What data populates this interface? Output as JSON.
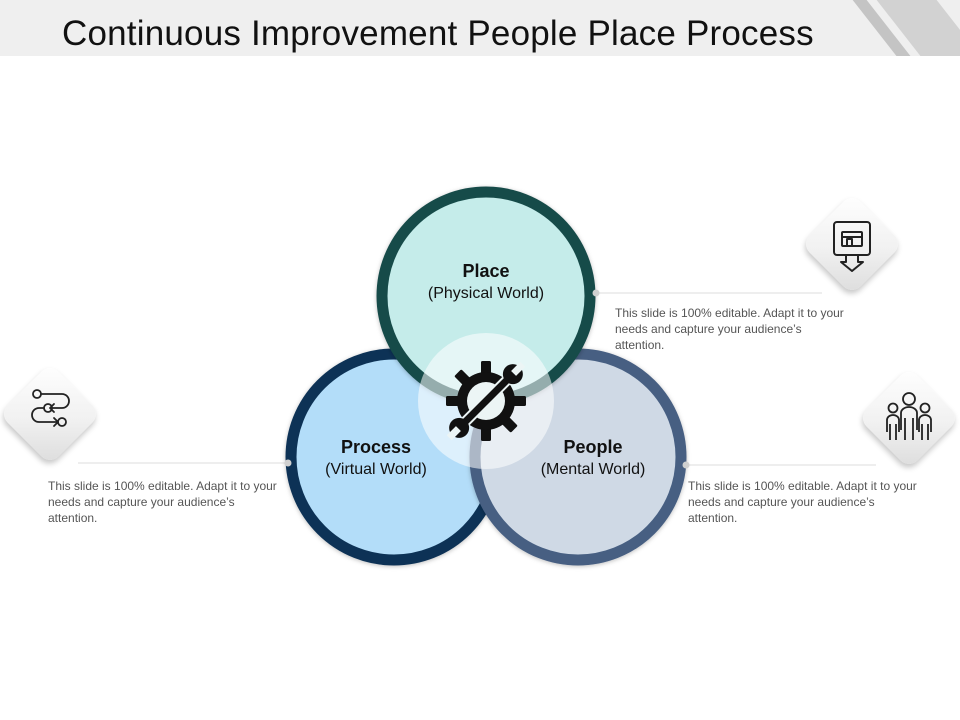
{
  "title": "Continuous Improvement People Place Process",
  "colors": {
    "place_fill": "#c5ecea",
    "place_border": "#184b4a",
    "process_fill": "#b3ddf9",
    "process_border": "#0e3356",
    "people_fill": "#cfd9e5",
    "people_border": "#475f82",
    "center_fill": "#ffffff"
  },
  "nodes": [
    {
      "id": "place",
      "name": "Place",
      "subtitle": "(Physical World)",
      "icon": "place-icon",
      "description": "This slide is 100% editable. Adapt it to your needs and capture your audience’s attention."
    },
    {
      "id": "process",
      "name": "Process",
      "subtitle": "(Virtual World)",
      "icon": "process-flow-icon",
      "description": "This slide is 100% editable. Adapt it to your needs and capture your audience’s attention."
    },
    {
      "id": "people",
      "name": "People",
      "subtitle": "(Mental World)",
      "icon": "people-group-icon",
      "description": "This slide is 100% editable. Adapt it to your needs and capture your audience’s attention."
    }
  ],
  "center_icon": "gear-wrench-icon"
}
